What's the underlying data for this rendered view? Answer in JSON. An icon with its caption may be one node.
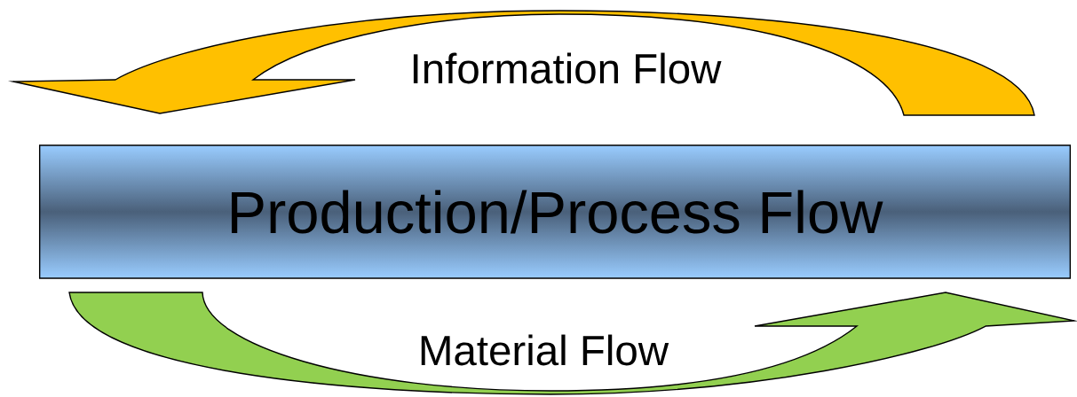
{
  "diagram": {
    "nodes": [
      {
        "text": [
          "Production/Process Flow"
        ]
      }
    ],
    "labels": [
      "Information Flow",
      "Material Flow"
    ]
  }
}
